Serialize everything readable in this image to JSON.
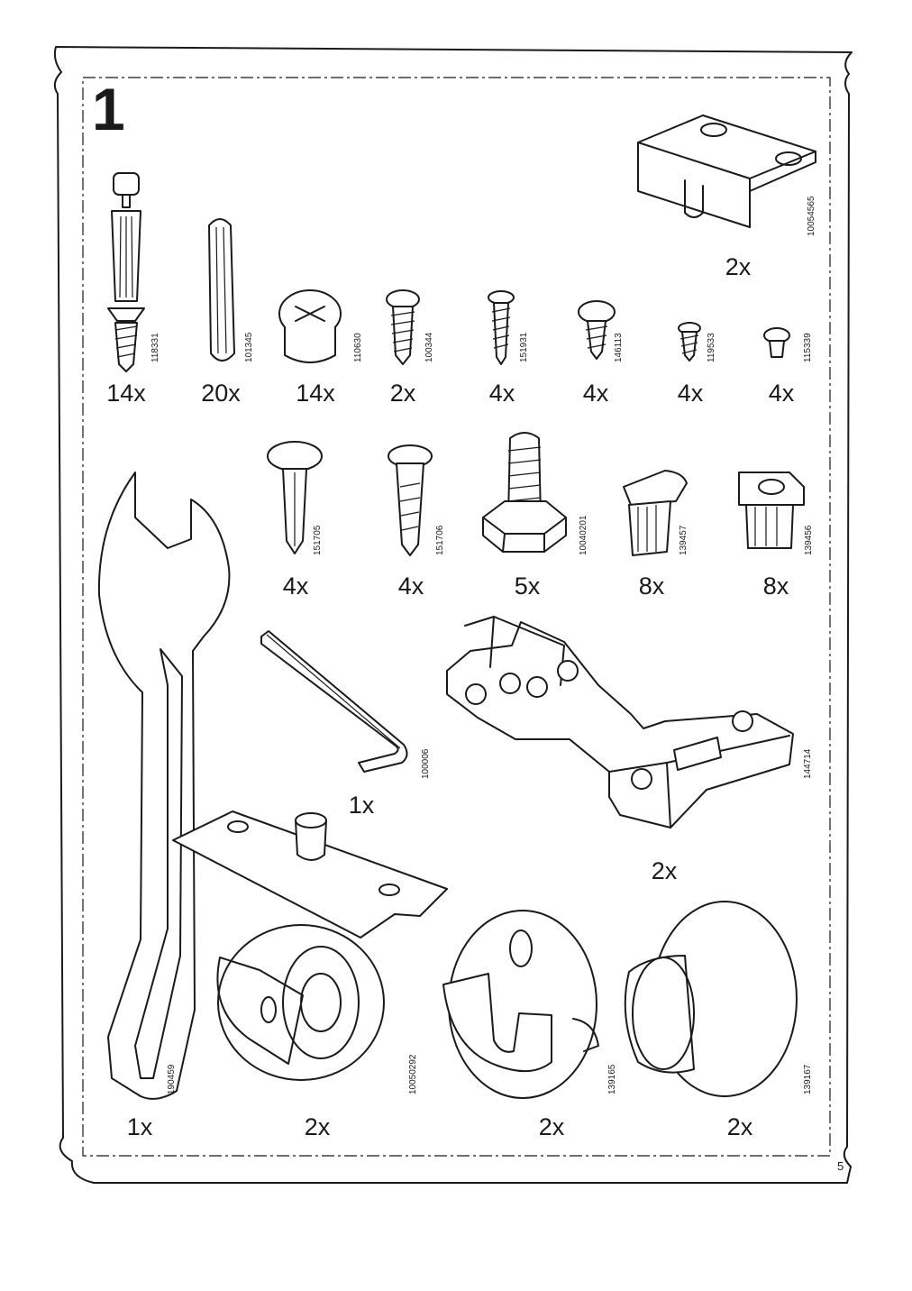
{
  "step": "1",
  "page_number": "5",
  "parts": [
    {
      "code": "10054565",
      "quantity": "2x"
    },
    {
      "code": "118331",
      "quantity": "14x"
    },
    {
      "code": "101345",
      "quantity": "20x"
    },
    {
      "code": "110630",
      "quantity": "14x"
    },
    {
      "code": "100344",
      "quantity": "2x"
    },
    {
      "code": "151931",
      "quantity": "4x"
    },
    {
      "code": "146113",
      "quantity": "4x"
    },
    {
      "code": "119533",
      "quantity": "4x"
    },
    {
      "code": "115339",
      "quantity": "4x"
    },
    {
      "code": "151705",
      "quantity": "4x"
    },
    {
      "code": "151706",
      "quantity": "4x"
    },
    {
      "code": "10040201",
      "quantity": "5x"
    },
    {
      "code": "139457",
      "quantity": "8x"
    },
    {
      "code": "139456",
      "quantity": "8x"
    },
    {
      "code": "100006",
      "quantity": "1x"
    },
    {
      "code": "144714",
      "quantity": "2x"
    },
    {
      "code": "190459",
      "quantity": "1x"
    },
    {
      "code": "10050292",
      "quantity": "2x"
    },
    {
      "code": "139165",
      "quantity": "2x"
    },
    {
      "code": "139167",
      "quantity": "2x"
    }
  ]
}
